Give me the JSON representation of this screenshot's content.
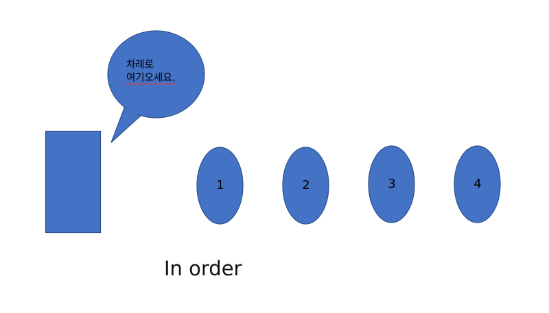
{
  "slide": {
    "background": "#ffffff",
    "shape_fill": "#4472C4",
    "shape_stroke": "#2F528F"
  },
  "speech_bubble": {
    "line1": "차례로",
    "line2": "여기오세요.",
    "spellcheck_underline_color": "#e03c3c"
  },
  "ovals": [
    {
      "label": "1"
    },
    {
      "label": "2"
    },
    {
      "label": "3"
    },
    {
      "label": "4"
    }
  ],
  "caption": "In order"
}
